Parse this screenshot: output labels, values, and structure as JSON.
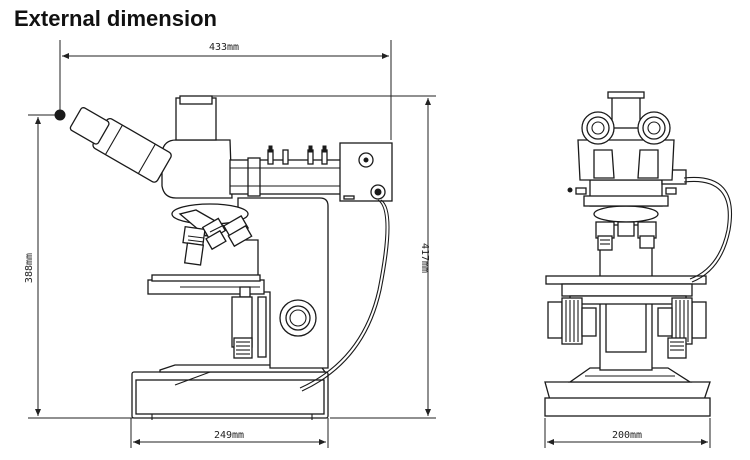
{
  "title": "External dimension",
  "dimensions": {
    "side_width": "433mm",
    "side_height": "388mm",
    "side_total_height": "417mm",
    "side_base_width": "249mm",
    "front_base_width": "200mm"
  }
}
